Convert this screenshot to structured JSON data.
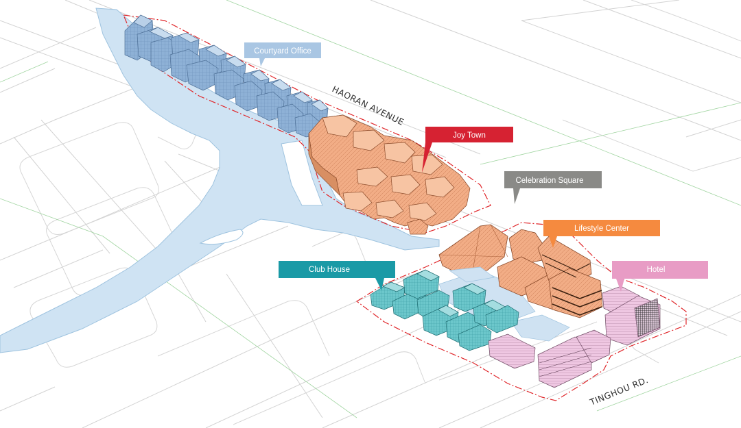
{
  "roads": {
    "haoran": "HAORAN AVENUE",
    "tinghou": "TINGHOU RD."
  },
  "callouts": {
    "courtyard_office": {
      "label": "Courtyard Office",
      "color": "#a9c6e3"
    },
    "joy_town": {
      "label": "Joy Town",
      "color": "#d62232"
    },
    "celebration_square": {
      "label": "Celebration Square",
      "color": "#8a8a87"
    },
    "lifestyle_center": {
      "label": "Lifestyle Center",
      "color": "#f58a3f"
    },
    "club_house": {
      "label": "Club House",
      "color": "#1a9aa6"
    },
    "hotel": {
      "label": "Hotel",
      "color": "#e89cc5"
    }
  },
  "colors": {
    "water": "#cfe3f3",
    "water_edge": "#9ec3df",
    "office_bldg": "#8eb1d6",
    "joy_bldg": "#f2ad86",
    "lifestyle_bldg": "#f2ad86",
    "club_bldg": "#6cc7cb",
    "hotel_bldg": "#efc7e2",
    "plaza": "#cfe2f2",
    "site_boundary": "#e0262a"
  }
}
